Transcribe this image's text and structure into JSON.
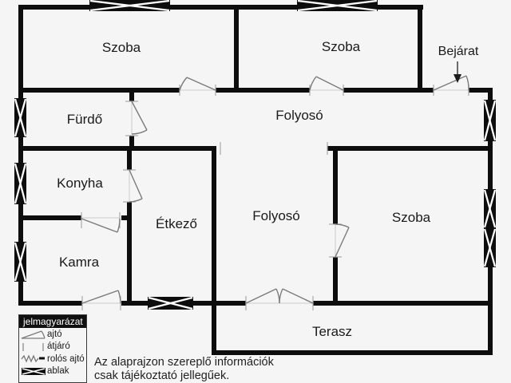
{
  "colors": {
    "bg": "#f5f5f5",
    "wall": "#0d0d0d",
    "line": "#7a7a7a",
    "tick": "#a8a8a8",
    "threshold": "#cccccc",
    "text": "#1a1a1a"
  },
  "rooms": [
    {
      "id": "szoba-1",
      "label": "Szoba"
    },
    {
      "id": "szoba-2",
      "label": "Szoba"
    },
    {
      "id": "furdo",
      "label": "Fürdő"
    },
    {
      "id": "folyoso-upper",
      "label": "Folyosó"
    },
    {
      "id": "konyha",
      "label": "Konyha"
    },
    {
      "id": "etkezo",
      "label": "Étkező"
    },
    {
      "id": "kamra",
      "label": "Kamra"
    },
    {
      "id": "folyoso-lower",
      "label": "Folyosó"
    },
    {
      "id": "szoba-3",
      "label": "Szoba"
    },
    {
      "id": "terasz",
      "label": "Terasz"
    }
  ],
  "entrance": {
    "label": "Bejárat"
  },
  "legend": {
    "title": "jelmagyarázat",
    "items": [
      {
        "label": "ajtó",
        "symbol": "door-arc-icon"
      },
      {
        "label": "átjáró",
        "symbol": "passage-icon"
      },
      {
        "label": "rolós ajtó",
        "symbol": "roller-door-icon"
      },
      {
        "label": "ablak",
        "symbol": "window-icon"
      }
    ]
  },
  "disclaimer": {
    "line1": "Az alaprajzon szereplő információk",
    "line2": "csak tájékoztató jellegűek."
  }
}
